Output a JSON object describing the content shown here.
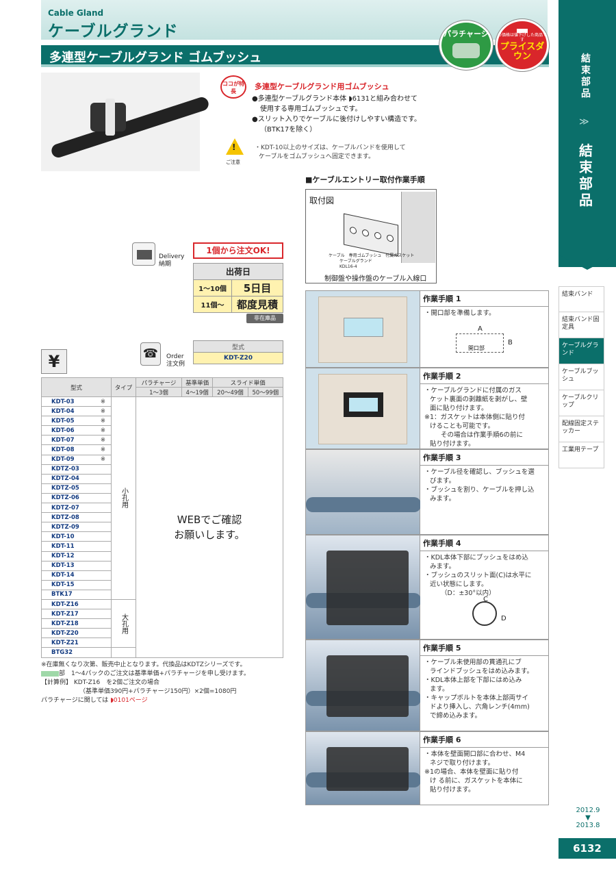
{
  "header": {
    "title_en": "Cable Gland",
    "title_jp": "ケーブルグランド",
    "subtitle": "多連型ケーブルグランド ゴムブッシュ"
  },
  "badges": {
    "parachaage": "パラチャージ",
    "price_small": "の価格は値下げした商品です",
    "price_big": "プライスダウン"
  },
  "rail": {
    "title1": "結束部品",
    "title2": "結束部品",
    "tabs": [
      "結束バンド",
      "結束バンド固定具",
      "ケーブルグランド",
      "ケーブルブッシュ",
      "ケーブルクリップ",
      "配線固定ステッカー",
      "工業用テープ"
    ],
    "dates": [
      "2012.9",
      "▼",
      "2013.8"
    ],
    "page": "6132"
  },
  "feature": {
    "badge": "ココが特長",
    "title": "多連型ケーブルグランド用ゴムブッシュ",
    "lines": [
      "●多連型ケーブルグランド本体 ◗6131と組み合わせて",
      "使用する専用ゴムブッシュです。",
      "●スリット入りでケーブルに後付けしやすい構造です。",
      "（BTK17を除く）"
    ],
    "caution_label": "ご注意",
    "caution": [
      "・KDT-10以上のサイズは、ケーブルバンドを使用して",
      "ケーブルをゴムブッシュへ固定できます。"
    ]
  },
  "entry": {
    "heading": "■ケーブルエントリー取付作業手順",
    "label": "取付図",
    "parts": [
      "ケーブル　専用ゴムブッシュ　付属ガスケット",
      "ケーブルグランド",
      "KDL16-4"
    ],
    "caption": "制御盤や操作盤のケーブル入線口"
  },
  "delivery": {
    "label_en": "Delivery",
    "label_jp": "納期",
    "ok": "1個から注文OK!",
    "head": "出荷日",
    "rows": [
      [
        "1〜10個",
        "5日目"
      ],
      [
        "11個〜",
        "都度見積"
      ]
    ],
    "nostock": "非在庫品"
  },
  "order": {
    "label_en": "Order",
    "label_jp": "注文例",
    "head": "型式",
    "value": "KDT-Z20"
  },
  "price_table": {
    "headers": {
      "model": "型式",
      "type": "タイプ",
      "para": "パラチャージ",
      "para_sub": "1〜3個",
      "base": "基準単価",
      "base_sub": "4〜19個",
      "slide": "スライド単価",
      "slide1": "20〜49個",
      "slide2": "50〜99個"
    },
    "models": [
      "KDT-03",
      "KDT-04",
      "KDT-05",
      "KDT-06",
      "KDT-07",
      "KDT-08",
      "KDT-09",
      "KDTZ-03",
      "KDTZ-04",
      "KDTZ-05",
      "KDTZ-06",
      "KDTZ-07",
      "KDTZ-08",
      "KDTZ-09",
      "KDT-10",
      "KDT-11",
      "KDT-12",
      "KDT-13",
      "KDT-14",
      "KDT-15",
      "BTK17",
      "KDT-Z16",
      "KDT-Z17",
      "KDT-Z18",
      "KDT-Z20",
      "KDT-Z21",
      "BTG32"
    ],
    "mark": "※",
    "type_small": "小孔用",
    "type_large": "大孔用",
    "web": [
      "WEBでご確認",
      "お願いします。"
    ]
  },
  "notes": [
    "※在庫無くなり次第、販売中止となります。代換品はKDTZシリーズです。",
    "部　1〜4パックのご注文は基準単価+パラチャージを申し受けます。",
    "【計算例】 KDT-Z16　を2個ご注文の場合",
    "（基準単価390円+パラチャージ150円）×2個=1080円",
    "パラチャージに関しては",
    "◗0101ページ"
  ],
  "steps": [
    {
      "title": "作業手順 1",
      "lines": [
        "・開口部を準備します。"
      ],
      "dia": [
        "A",
        "B",
        "開口部"
      ]
    },
    {
      "title": "作業手順 2",
      "lines": [
        "・ケーブルグランドに付属のガス",
        "ケット裏面の剥離紙を剥がし、壁",
        "面に貼り付けます。",
        "※1：ガスケットは本体側に貼り付",
        "けることも可能です。",
        "その場合は作業手順6の前に",
        "貼り付けます。"
      ]
    },
    {
      "title": "作業手順 3",
      "lines": [
        "・ケーブル径を確認し、ブッシュを選",
        "びます。",
        "・ブッシュを割り、ケーブルを押し込",
        "みます。"
      ]
    },
    {
      "title": "作業手順 4",
      "lines": [
        "・KDL本体下部にブッシュをはめ込",
        "みます。",
        "・ブッシュのスリット面(C)は水平に",
        "近い状態にします。",
        "（D：±30°以内）"
      ],
      "dia": [
        "C",
        "D"
      ]
    },
    {
      "title": "作業手順 5",
      "lines": [
        "・ケーブル未使用部の貫通孔にブ",
        "ラインドブッシュをはめ込みます。",
        "・KDL本体上部を下部にはめ込み",
        "ます。",
        "・キャップボルトを本体上部両サイ",
        "ドより挿入し、六角レンチ(4mm)",
        "で締め込みます。"
      ]
    },
    {
      "title": "作業手順 6",
      "lines": [
        "・本体を壁面開口部に合わせ、M4",
        "ネジで取り付けます。",
        "※1の場合、本体を壁面に貼り付",
        "け る前に、ガスケットを本体に",
        "貼り付けます。"
      ]
    }
  ]
}
